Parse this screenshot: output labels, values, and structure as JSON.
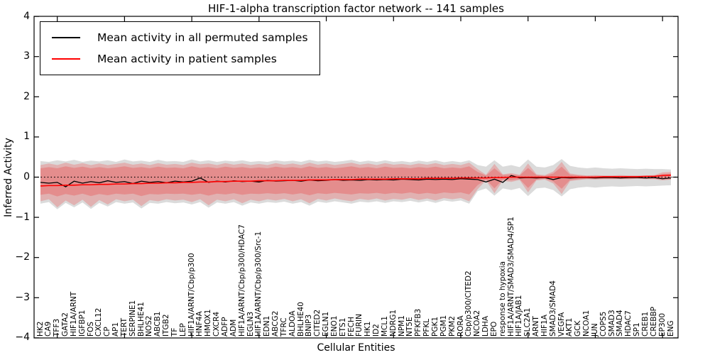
{
  "chart_data": {
    "type": "line",
    "title": "HIF-1-alpha transcription factor network -- 141 samples",
    "xlabel": "Cellular Entities",
    "ylabel": "Inferred Activity",
    "ylim": [
      -4,
      4
    ],
    "grid": false,
    "legend_position": "upper left",
    "zero_line": {
      "y": 0,
      "style": "dotted",
      "color": "#000000"
    },
    "yticks": [
      {
        "value": 4,
        "label": "4"
      },
      {
        "value": 3,
        "label": "3"
      },
      {
        "value": 2,
        "label": "2"
      },
      {
        "value": 1,
        "label": "1"
      },
      {
        "value": 0,
        "label": "0"
      },
      {
        "value": -1,
        "label": "−1"
      },
      {
        "value": -2,
        "label": "−2"
      },
      {
        "value": -3,
        "label": "−3"
      },
      {
        "value": -4,
        "label": "−4"
      }
    ],
    "x_major_tick_categories": [
      2,
      10,
      18,
      26,
      34,
      42,
      50,
      58,
      66,
      74
    ],
    "categories": [
      "HK2",
      "CA9",
      "TFF3",
      "GATA2",
      "HIF1A/ARNT",
      "IGFBP1",
      "FOS",
      "CXCL12",
      "CP",
      "AP1",
      "TERT",
      "SERPINE1",
      "BHLHE41",
      "NOS2",
      "ABCB1",
      "ITGB2",
      "TF",
      "LEP",
      "HIF1A/ARNT/Cbp/p300",
      "HNF4A",
      "HMOX1",
      "CXCR4",
      "ADFP",
      "ADM",
      "HIF1A/ARNT/Cbp/p300/HDAC7",
      "EGLN3",
      "HIF1A/ARNT/Cbp/p300/Src-1",
      "EDN1",
      "ABCG2",
      "TFRC",
      "ALDOA",
      "BHLHE40",
      "BNIP3",
      "CITED2",
      "EGLN1",
      "ENO1",
      "ETS1",
      "FECH",
      "FURIN",
      "HK1",
      "ID2",
      "MCL1",
      "NDRG1",
      "NPM1",
      "NT5E",
      "PFKFB3",
      "PFKL",
      "PGK1",
      "PGM1",
      "PKM2",
      "RORA",
      "Cbp/p300/CITED2",
      "NCOA2",
      "LDHA",
      "EPO",
      "response to hypoxia",
      "HIF1A/ARNT/SMAD3/SMAD4/SP1",
      "HIF1A/JAB1",
      "SLC2A1",
      "ARNT",
      "HIF1A",
      "SMAD3/SMAD4",
      "VEGFA",
      "AKT1",
      "GCK",
      "NCOA1",
      "JUN",
      "COPS5",
      "SMAD3",
      "SMAD4",
      "HDAC7",
      "SP1",
      "CREB1",
      "CREBBP",
      "EP300",
      "ENG"
    ],
    "legend": [
      {
        "label": "Mean activity in all permuted samples",
        "color": "#000000"
      },
      {
        "label": "Mean activity in patient samples",
        "color": "#ff0000"
      }
    ],
    "series": [
      {
        "name": "permuted-mean",
        "color": "#000000",
        "width": 1.3,
        "values": [
          -0.13,
          -0.15,
          -0.13,
          -0.24,
          -0.1,
          -0.15,
          -0.11,
          -0.14,
          -0.09,
          -0.13,
          -0.11,
          -0.16,
          -0.1,
          -0.13,
          -0.11,
          -0.14,
          -0.1,
          -0.12,
          -0.1,
          -0.02,
          -0.13,
          -0.1,
          -0.12,
          -0.09,
          -0.11,
          -0.1,
          -0.12,
          -0.08,
          -0.1,
          -0.09,
          -0.08,
          -0.1,
          -0.07,
          -0.09,
          -0.08,
          -0.06,
          -0.08,
          -0.07,
          -0.08,
          -0.06,
          -0.07,
          -0.06,
          -0.07,
          -0.05,
          -0.06,
          -0.07,
          -0.05,
          -0.06,
          -0.05,
          -0.06,
          -0.04,
          -0.05,
          -0.06,
          -0.12,
          -0.05,
          -0.13,
          0.04,
          -0.02,
          -0.01,
          -0.02,
          -0.01,
          -0.06,
          -0.01,
          -0.02,
          -0.01,
          -0.01,
          -0.02,
          -0.01,
          -0.01,
          -0.02,
          -0.01,
          -0.01,
          -0.02,
          -0.01,
          -0.04,
          -0.02
        ]
      },
      {
        "name": "patient-mean",
        "color": "#ff0000",
        "width": 1.6,
        "values": [
          -0.22,
          -0.21,
          -0.21,
          -0.2,
          -0.2,
          -0.19,
          -0.19,
          -0.18,
          -0.18,
          -0.17,
          -0.17,
          -0.16,
          -0.16,
          -0.15,
          -0.15,
          -0.14,
          -0.14,
          -0.13,
          -0.13,
          -0.12,
          -0.12,
          -0.11,
          -0.11,
          -0.1,
          -0.1,
          -0.1,
          -0.09,
          -0.09,
          -0.09,
          -0.08,
          -0.08,
          -0.08,
          -0.07,
          -0.07,
          -0.07,
          -0.06,
          -0.06,
          -0.06,
          -0.05,
          -0.05,
          -0.05,
          -0.05,
          -0.04,
          -0.04,
          -0.04,
          -0.04,
          -0.03,
          -0.03,
          -0.03,
          -0.03,
          -0.02,
          -0.02,
          -0.02,
          -0.02,
          -0.01,
          -0.01,
          0.0,
          0.0,
          0.0,
          0.0,
          0.0,
          0.0,
          0.0,
          0.0,
          0.0,
          0.0,
          0.0,
          0.01,
          0.01,
          0.01,
          0.01,
          0.01,
          0.02,
          0.02,
          0.04,
          0.05
        ]
      }
    ],
    "bands": [
      {
        "name": "permuted-range",
        "color": "#999999",
        "opacity": 0.35,
        "hi": [
          0.4,
          0.38,
          0.42,
          0.39,
          0.43,
          0.38,
          0.41,
          0.39,
          0.42,
          0.38,
          0.44,
          0.39,
          0.41,
          0.38,
          0.43,
          0.39,
          0.4,
          0.38,
          0.44,
          0.39,
          0.42,
          0.38,
          0.41,
          0.39,
          0.42,
          0.38,
          0.4,
          0.38,
          0.42,
          0.39,
          0.41,
          0.38,
          0.43,
          0.39,
          0.41,
          0.38,
          0.4,
          0.43,
          0.38,
          0.41,
          0.38,
          0.42,
          0.38,
          0.4,
          0.37,
          0.41,
          0.38,
          0.42,
          0.37,
          0.4,
          0.37,
          0.42,
          0.3,
          0.26,
          0.42,
          0.26,
          0.3,
          0.25,
          0.44,
          0.26,
          0.24,
          0.3,
          0.45,
          0.28,
          0.24,
          0.22,
          0.24,
          0.22,
          0.21,
          0.22,
          0.21,
          0.2,
          0.21,
          0.2,
          0.2,
          0.19
        ],
        "lo": [
          -0.66,
          -0.62,
          -0.8,
          -0.64,
          -0.75,
          -0.63,
          -0.79,
          -0.64,
          -0.73,
          -0.62,
          -0.66,
          -0.63,
          -0.78,
          -0.64,
          -0.66,
          -0.62,
          -0.65,
          -0.63,
          -0.68,
          -0.62,
          -0.76,
          -0.63,
          -0.66,
          -0.62,
          -0.71,
          -0.63,
          -0.66,
          -0.62,
          -0.64,
          -0.61,
          -0.66,
          -0.62,
          -0.71,
          -0.61,
          -0.64,
          -0.6,
          -0.63,
          -0.66,
          -0.61,
          -0.63,
          -0.6,
          -0.64,
          -0.6,
          -0.62,
          -0.59,
          -0.63,
          -0.59,
          -0.64,
          -0.58,
          -0.61,
          -0.58,
          -0.66,
          -0.35,
          -0.28,
          -0.46,
          -0.28,
          -0.32,
          -0.27,
          -0.47,
          -0.28,
          -0.26,
          -0.32,
          -0.48,
          -0.3,
          -0.26,
          -0.24,
          -0.26,
          -0.24,
          -0.23,
          -0.24,
          -0.23,
          -0.22,
          -0.23,
          -0.22,
          -0.21,
          -0.2
        ]
      },
      {
        "name": "patient-outer",
        "color": "#f05050",
        "opacity": 0.3,
        "hi": [
          0.3,
          0.34,
          0.3,
          0.36,
          0.31,
          0.35,
          0.3,
          0.34,
          0.3,
          0.33,
          0.36,
          0.31,
          0.34,
          0.3,
          0.35,
          0.31,
          0.33,
          0.3,
          0.36,
          0.32,
          0.34,
          0.3,
          0.35,
          0.31,
          0.34,
          0.3,
          0.33,
          0.3,
          0.35,
          0.31,
          0.34,
          0.3,
          0.36,
          0.31,
          0.34,
          0.3,
          0.33,
          0.36,
          0.31,
          0.34,
          0.3,
          0.35,
          0.31,
          0.33,
          0.3,
          0.34,
          0.31,
          0.35,
          0.3,
          0.33,
          0.3,
          0.36,
          0.2,
          0.06,
          0.33,
          0.07,
          0.1,
          0.06,
          0.34,
          0.07,
          0.05,
          0.14,
          0.38,
          0.09,
          0.06,
          0.04,
          0.05,
          0.04,
          0.04,
          0.05,
          0.04,
          0.04,
          0.04,
          0.05,
          0.12,
          0.13
        ],
        "lo": [
          -0.6,
          -0.55,
          -0.75,
          -0.58,
          -0.7,
          -0.56,
          -0.74,
          -0.57,
          -0.68,
          -0.55,
          -0.6,
          -0.56,
          -0.72,
          -0.57,
          -0.6,
          -0.55,
          -0.58,
          -0.56,
          -0.62,
          -0.55,
          -0.7,
          -0.56,
          -0.6,
          -0.55,
          -0.65,
          -0.56,
          -0.6,
          -0.55,
          -0.58,
          -0.54,
          -0.6,
          -0.55,
          -0.65,
          -0.54,
          -0.58,
          -0.53,
          -0.57,
          -0.6,
          -0.54,
          -0.57,
          -0.53,
          -0.58,
          -0.54,
          -0.56,
          -0.52,
          -0.57,
          -0.53,
          -0.58,
          -0.52,
          -0.55,
          -0.52,
          -0.6,
          -0.3,
          -0.08,
          -0.4,
          -0.09,
          -0.12,
          -0.07,
          -0.38,
          -0.08,
          -0.06,
          -0.16,
          -0.42,
          -0.1,
          -0.07,
          -0.05,
          -0.06,
          -0.05,
          -0.05,
          -0.05,
          -0.05,
          -0.04,
          -0.05,
          -0.05,
          -0.08,
          -0.06
        ]
      },
      {
        "name": "patient-inner",
        "color": "#ee3333",
        "opacity": 0.28,
        "hi": [
          0.22,
          0.25,
          0.22,
          0.27,
          0.23,
          0.26,
          0.22,
          0.25,
          0.22,
          0.24,
          0.27,
          0.23,
          0.25,
          0.22,
          0.26,
          0.23,
          0.24,
          0.22,
          0.27,
          0.23,
          0.25,
          0.22,
          0.26,
          0.23,
          0.25,
          0.22,
          0.24,
          0.22,
          0.26,
          0.23,
          0.25,
          0.22,
          0.27,
          0.23,
          0.25,
          0.22,
          0.24,
          0.27,
          0.23,
          0.25,
          0.22,
          0.26,
          0.23,
          0.24,
          0.22,
          0.25,
          0.23,
          0.26,
          0.22,
          0.24,
          0.22,
          0.27,
          0.13,
          0.04,
          0.22,
          0.05,
          0.07,
          0.04,
          0.23,
          0.05,
          0.03,
          0.09,
          0.26,
          0.06,
          0.04,
          0.03,
          0.03,
          0.03,
          0.03,
          0.03,
          0.03,
          0.03,
          0.03,
          0.03,
          0.08,
          0.09
        ],
        "lo": [
          -0.44,
          -0.41,
          -0.48,
          -0.42,
          -0.46,
          -0.41,
          -0.47,
          -0.42,
          -0.45,
          -0.41,
          -0.43,
          -0.41,
          -0.47,
          -0.42,
          -0.43,
          -0.41,
          -0.42,
          -0.41,
          -0.44,
          -0.41,
          -0.46,
          -0.41,
          -0.43,
          -0.4,
          -0.44,
          -0.41,
          -0.42,
          -0.4,
          -0.42,
          -0.4,
          -0.43,
          -0.4,
          -0.45,
          -0.4,
          -0.42,
          -0.39,
          -0.41,
          -0.43,
          -0.4,
          -0.41,
          -0.39,
          -0.42,
          -0.39,
          -0.41,
          -0.38,
          -0.42,
          -0.39,
          -0.42,
          -0.38,
          -0.4,
          -0.38,
          -0.43,
          -0.2,
          -0.06,
          -0.28,
          -0.06,
          -0.08,
          -0.05,
          -0.27,
          -0.06,
          -0.04,
          -0.11,
          -0.29,
          -0.07,
          -0.05,
          -0.04,
          -0.04,
          -0.04,
          -0.04,
          -0.04,
          -0.04,
          -0.03,
          -0.04,
          -0.04,
          -0.06,
          -0.05
        ]
      }
    ]
  }
}
